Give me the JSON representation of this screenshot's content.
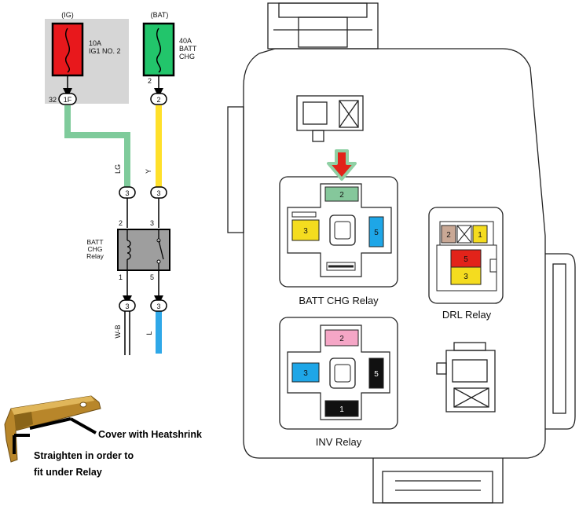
{
  "wiring": {
    "ig_label": "(IG)",
    "bat_label": "(BAT)",
    "fuse_ig": {
      "line1": "10A",
      "line2": "IG1 NO. 2",
      "color": "#e8181c"
    },
    "fuse_bat": {
      "line1": "40A",
      "line2": "BATT",
      "line3": "CHG",
      "color": "#22c56b"
    },
    "pin_32": "32",
    "conn_1f": "1F",
    "pin_2_top": "2",
    "conn_2": "2",
    "wire_lg": "LG",
    "wire_y": "Y",
    "wire_wb": "W-B",
    "wire_l": "L",
    "conn_3": "3",
    "relay_label": {
      "line1": "BATT",
      "line2": "CHG",
      "line3": "Relay"
    },
    "relay_pins": {
      "p2": "2",
      "p3": "3",
      "p1": "1",
      "p5": "5"
    },
    "colors": {
      "lg_wire": "#7fcb9b",
      "y_wire": "#ffe02a",
      "l_wire": "#2fa8e8",
      "ig_bg": "#d6d6d6",
      "relay_box": "#9e9e9e"
    }
  },
  "annotations": {
    "cover": "Cover with Heatshrink",
    "straighten_line1": "Straighten in order to",
    "straighten_line2": "fit under Relay"
  },
  "relay_box": {
    "batt_chg_relay": {
      "label": "BATT CHG Relay",
      "top": {
        "num": "2",
        "color": "#85c79b"
      },
      "left": {
        "num": "3",
        "color": "#f4dc1f"
      },
      "right": {
        "num": "5",
        "color": "#1ea6e7"
      },
      "arrow_color": "#e2231a",
      "arrow_outline": "#8fd0a4"
    },
    "inv_relay": {
      "label": "INV Relay",
      "top": {
        "num": "2",
        "color": "#f5a6c6"
      },
      "left": {
        "num": "3",
        "color": "#1ea6e7"
      },
      "right": {
        "num": "5",
        "color": "#111111"
      },
      "bottom": {
        "num": "1",
        "color": "#111111"
      }
    },
    "drl_relay": {
      "label": "DRL Relay",
      "pin2": {
        "num": "2",
        "color": "#c9a895"
      },
      "pin1": {
        "num": "1",
        "color": "#f4dc1f"
      },
      "pin5": {
        "num": "5",
        "color": "#e2231a"
      },
      "pin3": {
        "num": "3",
        "color": "#f4dc1f"
      }
    }
  }
}
